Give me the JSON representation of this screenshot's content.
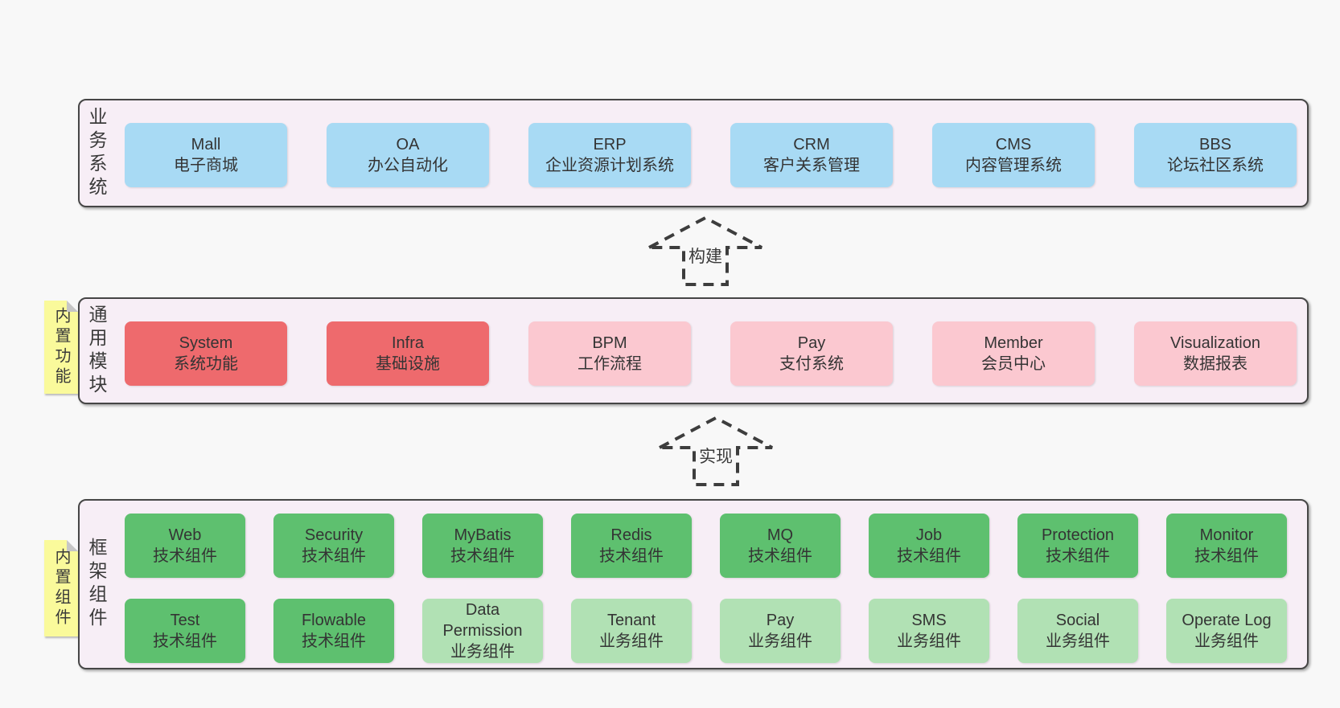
{
  "colors": {
    "page_bg": "#f8f8f8",
    "panel_bg": "#f7eef6",
    "panel_border": "#464646",
    "node_blue": "#a8daf4",
    "node_red": "#ee6a6d",
    "node_pink": "#fbc8d0",
    "node_green_dark": "#5ec06f",
    "node_green_light": "#b1e1b4",
    "sticky_yellow": "#fafa9b",
    "fold_gray": "#c6c6c6",
    "text": "#3a3a3a"
  },
  "arrows": {
    "build": "构建",
    "implement": "实现"
  },
  "layers": {
    "business": {
      "label": "业务系统",
      "boxes": [
        {
          "title": "Mall",
          "subtitle": "电子商城"
        },
        {
          "title": "OA",
          "subtitle": "办公自动化"
        },
        {
          "title": "ERP",
          "subtitle": "企业资源计划系统"
        },
        {
          "title": "CRM",
          "subtitle": "客户关系管理"
        },
        {
          "title": "CMS",
          "subtitle": "内容管理系统"
        },
        {
          "title": "BBS",
          "subtitle": "论坛社区系统"
        }
      ]
    },
    "modules": {
      "label": "通用模块",
      "sticky": "内置功能",
      "boxes": [
        {
          "title": "System",
          "subtitle": "系统功能"
        },
        {
          "title": "Infra",
          "subtitle": "基础设施"
        },
        {
          "title": "BPM",
          "subtitle": "工作流程"
        },
        {
          "title": "Pay",
          "subtitle": "支付系统"
        },
        {
          "title": "Member",
          "subtitle": "会员中心"
        },
        {
          "title": "Visualization",
          "subtitle": "数据报表"
        }
      ]
    },
    "components": {
      "label": "框架组件",
      "sticky": "内置组件",
      "row1": [
        {
          "title": "Web",
          "subtitle": "技术组件"
        },
        {
          "title": "Security",
          "subtitle": "技术组件"
        },
        {
          "title": "MyBatis",
          "subtitle": "技术组件"
        },
        {
          "title": "Redis",
          "subtitle": "技术组件"
        },
        {
          "title": "MQ",
          "subtitle": "技术组件"
        },
        {
          "title": "Job",
          "subtitle": "技术组件"
        },
        {
          "title": "Protection",
          "subtitle": "技术组件"
        },
        {
          "title": "Monitor",
          "subtitle": "技术组件"
        }
      ],
      "row2": [
        {
          "title": "Test",
          "subtitle": "技术组件"
        },
        {
          "title": "Flowable",
          "subtitle": "技术组件"
        },
        {
          "title": "Data Permission",
          "subtitle": "业务组件"
        },
        {
          "title": "Tenant",
          "subtitle": "业务组件"
        },
        {
          "title": "Pay",
          "subtitle": "业务组件"
        },
        {
          "title": "SMS",
          "subtitle": "业务组件"
        },
        {
          "title": "Social",
          "subtitle": "业务组件"
        },
        {
          "title": "Operate Log",
          "subtitle": "业务组件"
        }
      ]
    }
  }
}
